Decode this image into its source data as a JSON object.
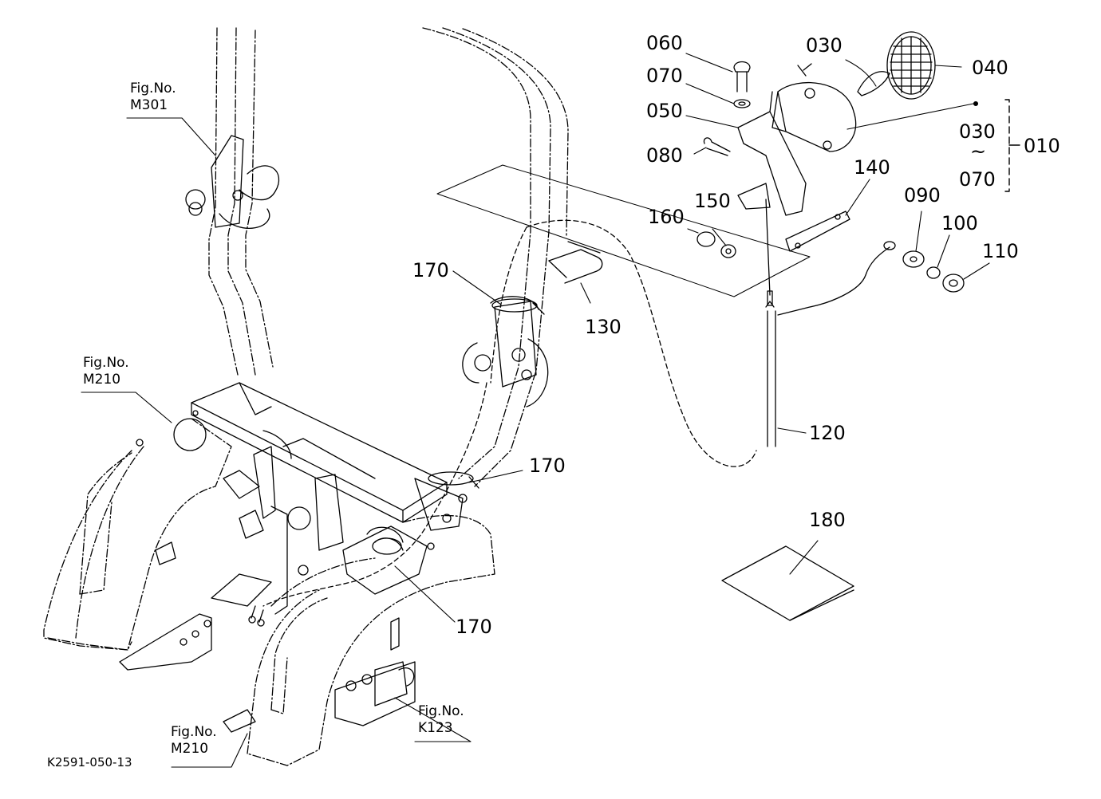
{
  "parts": {
    "p010": "010",
    "p030": "030",
    "p030_range": "030",
    "range_tilde": "~",
    "p070_range": "070",
    "p040": "040",
    "p050": "050",
    "p060": "060",
    "p070": "070",
    "p080": "080",
    "p090": "090",
    "p100": "100",
    "p110": "110",
    "p120": "120",
    "p130": "130",
    "p140": "140",
    "p150": "150",
    "p160": "160",
    "p170a": "170",
    "p170b": "170",
    "p170c": "170",
    "p180": "180"
  },
  "fig_refs": {
    "m301": {
      "title": "Fig.No.",
      "number": "M301"
    },
    "m210_top": {
      "title": "Fig.No.",
      "number": "M210"
    },
    "m210_bottom": {
      "title": "Fig.No.",
      "number": "M210"
    },
    "k123": {
      "title": "Fig.No.",
      "number": "K123"
    }
  },
  "drawing_code": "K2591-050-13",
  "colors": {
    "ink": "#000000",
    "paper": "#ffffff"
  }
}
